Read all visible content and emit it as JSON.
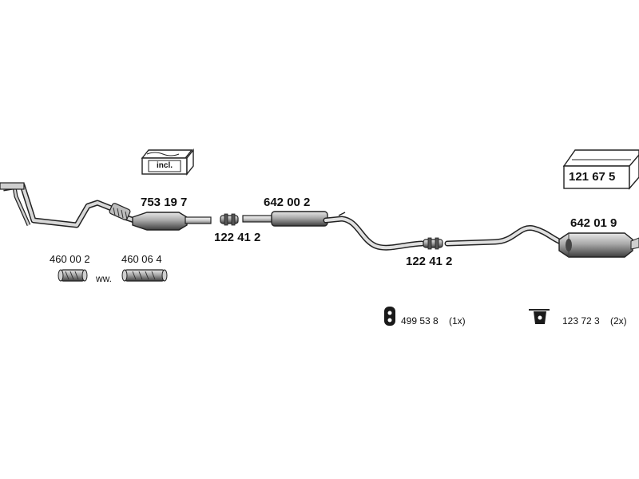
{
  "box_incl": {
    "text": "incl."
  },
  "kit": {
    "number": "121 67 5"
  },
  "parts": {
    "front_pipe_cat": "753 19 7",
    "front_muffler": "642 00 2",
    "rear_muffler": "642 01 9",
    "clamp_front": "122 41 2",
    "clamp_rear": "122 41 2",
    "gasket_a": "460 00 2",
    "gasket_b": "460 06 4",
    "gasket_sep": "ww."
  },
  "hardware": {
    "rubber_mount": {
      "number": "499 53 8",
      "qty": "(1x)"
    },
    "hanger": {
      "number": "123 72 3",
      "qty": "(2x)"
    }
  }
}
